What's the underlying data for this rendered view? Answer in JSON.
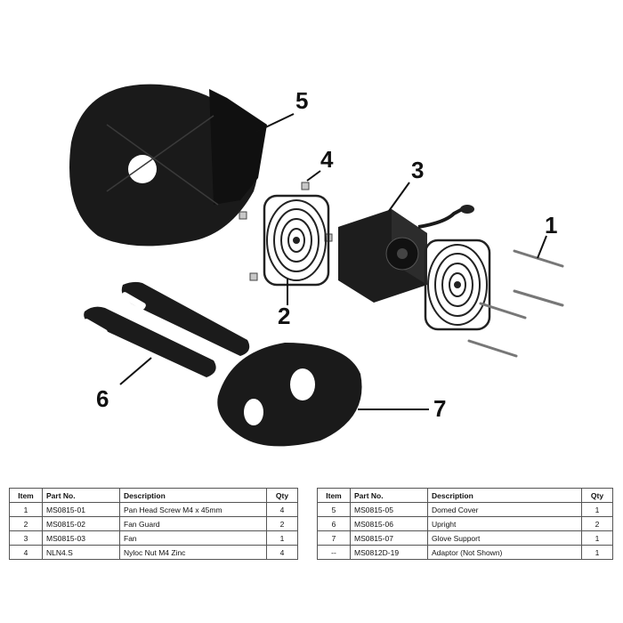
{
  "callouts": [
    "1",
    "2",
    "3",
    "4",
    "5",
    "6",
    "7"
  ],
  "tables": {
    "headers": {
      "item": "Item",
      "part_no": "Part No.",
      "description": "Description",
      "qty": "Qty"
    },
    "left": [
      {
        "item": "1",
        "part_no": "MS0815-01",
        "description": "Pan Head Screw M4 x 45mm",
        "qty": "4"
      },
      {
        "item": "2",
        "part_no": "MS0815-02",
        "description": "Fan Guard",
        "qty": "2"
      },
      {
        "item": "3",
        "part_no": "MS0815-03",
        "description": "Fan",
        "qty": "1"
      },
      {
        "item": "4",
        "part_no": "NLN4.S",
        "description": "Nyloc Nut M4 Zinc",
        "qty": "4"
      }
    ],
    "right": [
      {
        "item": "5",
        "part_no": "MS0815-05",
        "description": "Domed Cover",
        "qty": "1"
      },
      {
        "item": "6",
        "part_no": "MS0815-06",
        "description": "Upright",
        "qty": "2"
      },
      {
        "item": "7",
        "part_no": "MS0815-07",
        "description": "Glove Support",
        "qty": "1"
      },
      {
        "item": "--",
        "part_no": "MS0812D-19",
        "description": "Adaptor (Not Shown)",
        "qty": "1"
      }
    ]
  }
}
